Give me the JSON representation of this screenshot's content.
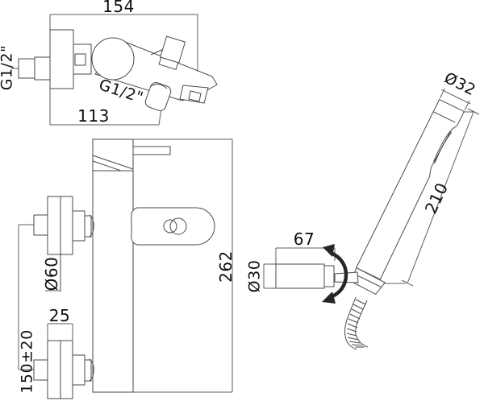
{
  "title": "Wall-mounted shower mixer technical drawing",
  "colors": {
    "background": "#ffffff",
    "line": "#4a4a4a",
    "dimension_line": "#5d5d5d",
    "text": "#0f0f0f",
    "swivel_arrow": "#262626"
  },
  "top_view": {
    "dim_overall_width": "154",
    "dim_spout_projection": "113",
    "inlet_thread_label": "G1/2\"",
    "spout_thread_label": "G1/2\""
  },
  "front_view": {
    "dim_overall_height": "262",
    "dim_escutcheon_diameter": "Ø60",
    "dim_inlet_spacing": "150±20",
    "dim_escutcheon_depth": "25"
  },
  "handshower_view": {
    "dim_head_diameter": "Ø32",
    "dim_handle_length": "210",
    "dim_bracket_length": "67",
    "dim_bracket_diameter": "Ø30"
  }
}
